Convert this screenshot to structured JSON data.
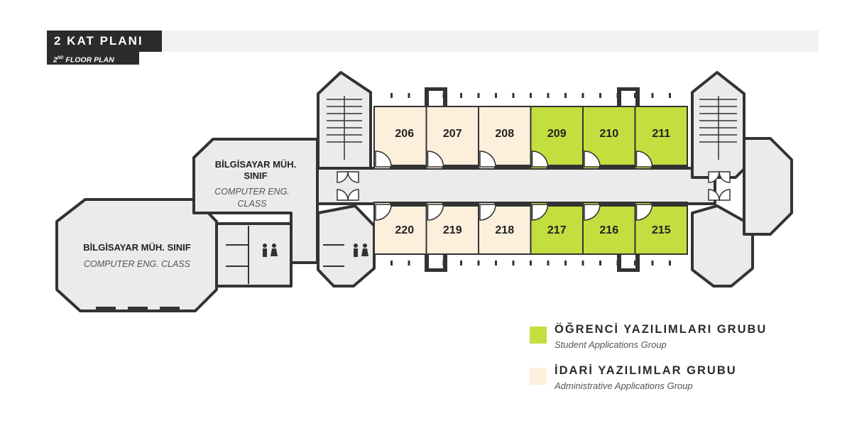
{
  "header": {
    "title": "2 KAT PLANI",
    "subtitle_prefix": "2",
    "subtitle_sup": "ND",
    "subtitle_rest": " FLOOR PLAN"
  },
  "colors": {
    "student": "#c2df3f",
    "admin": "#fcefdc",
    "wall": "#333333",
    "floor": "#ebebeb"
  },
  "rooms_top": [
    {
      "number": "206",
      "group": "admin"
    },
    {
      "number": "207",
      "group": "admin"
    },
    {
      "number": "208",
      "group": "admin"
    },
    {
      "number": "209",
      "group": "student"
    },
    {
      "number": "210",
      "group": "student"
    },
    {
      "number": "211",
      "group": "student"
    }
  ],
  "rooms_bottom": [
    {
      "number": "220",
      "group": "admin"
    },
    {
      "number": "219",
      "group": "admin"
    },
    {
      "number": "218",
      "group": "admin"
    },
    {
      "number": "217",
      "group": "student"
    },
    {
      "number": "216",
      "group": "student"
    },
    {
      "number": "215",
      "group": "student"
    }
  ],
  "classrooms": {
    "small": {
      "name_line1": "BİLGİSAYAR MÜH.",
      "name_line2": "SINIF",
      "en_line1": "COMPUTER ENG.",
      "en_line2": "CLASS"
    },
    "large": {
      "name": "BİLGİSAYAR MÜH. SINIF",
      "en": "COMPUTER ENG. CLASS"
    }
  },
  "legend": [
    {
      "title": "ÖĞRENCİ YAZILIMLARI GRUBU",
      "subtitle": "Student Applications Group",
      "group": "student"
    },
    {
      "title": "İDARİ YAZILIMLAR GRUBU",
      "subtitle": "Administrative Applications Group",
      "group": "admin"
    }
  ],
  "icons": [
    "restroom-icon",
    "restroom-icon",
    "stair-icon",
    "stair-icon"
  ]
}
